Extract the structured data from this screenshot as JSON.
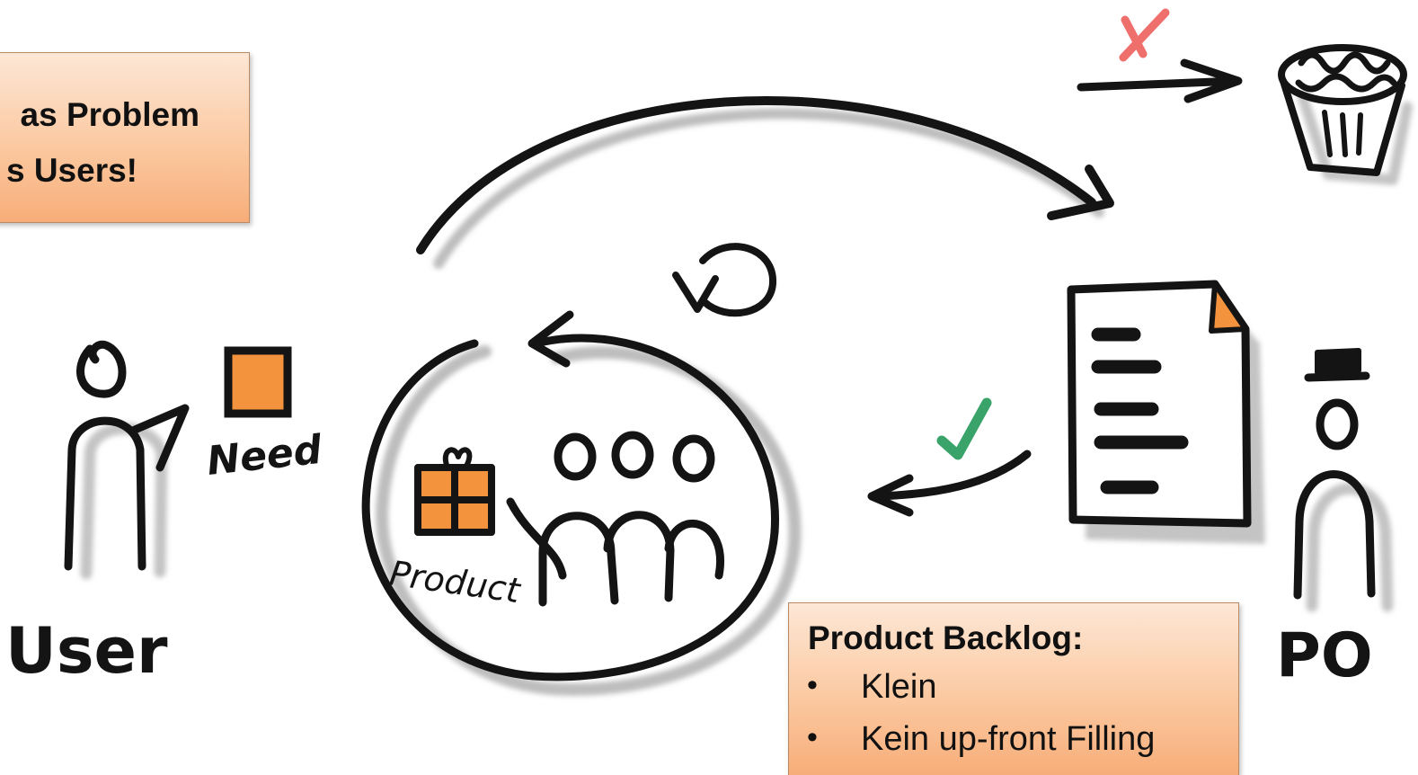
{
  "notes": {
    "problem": {
      "line1": "as Problem",
      "line2": "s Users!"
    },
    "backlog": {
      "title": "Product Backlog:",
      "items": [
        "Klein",
        "Kein up-front Filling"
      ],
      "bullet": "•"
    }
  },
  "labels": {
    "need": "Need",
    "product": "Product",
    "user": "User",
    "po": "PO"
  },
  "colors": {
    "ink": "#141414",
    "accent_orange": "#f4933d",
    "reject_red": "#ef6f6c",
    "accept_green": "#3aa36a",
    "note_top": "#fde7d6",
    "note_bottom": "#f7ad79"
  },
  "icons": {
    "reject": "cross-icon",
    "accept": "checkmark-icon",
    "iterate": "cycle-icon"
  }
}
